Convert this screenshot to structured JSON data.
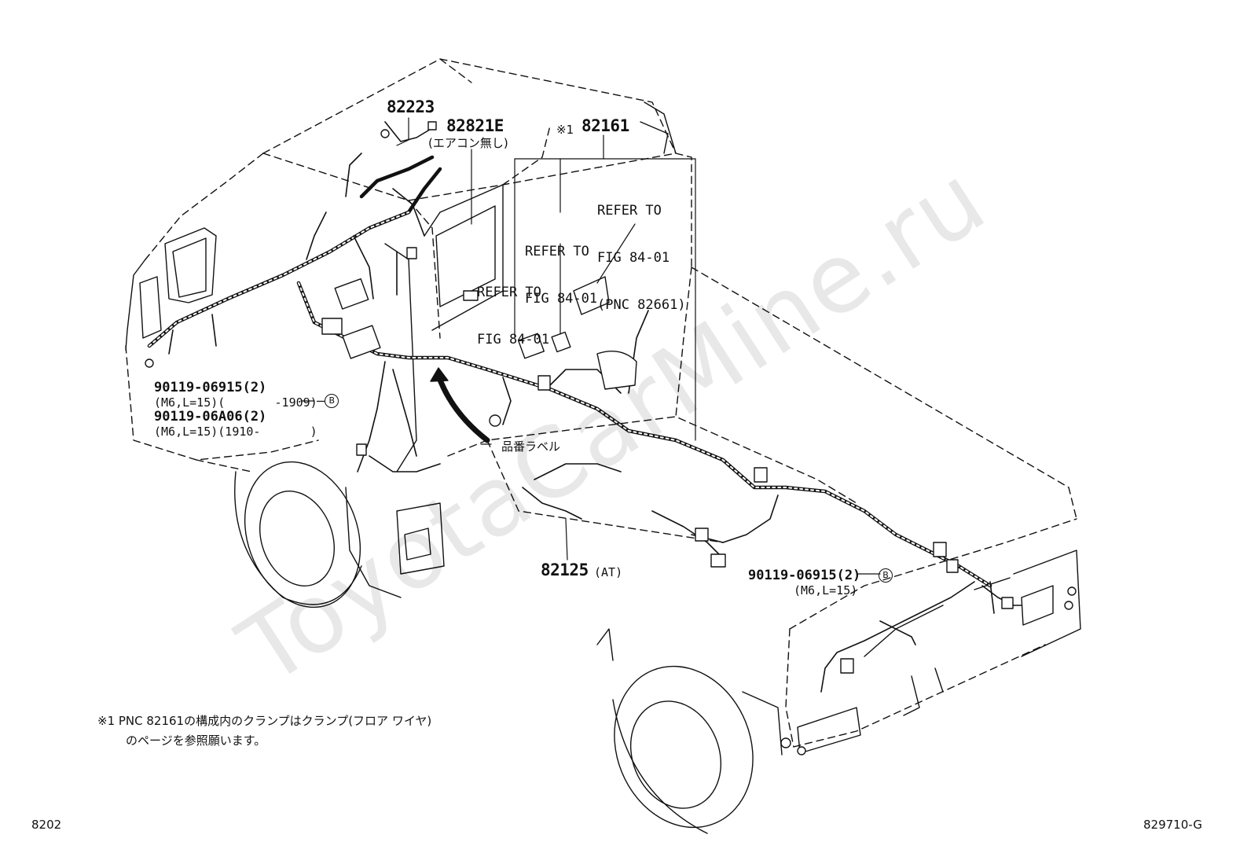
{
  "watermark": "ToyotaCarMine.ru",
  "figure_code": "8202",
  "illustration_code": "829710-G",
  "parts": {
    "p82223": "82223",
    "p82821E": "82821E",
    "p82821E_note": "(エアコン無し)",
    "p82161_mark": "※1",
    "p82161": "82161",
    "p82125": "82125",
    "p82125_note": "(AT)"
  },
  "refer": {
    "r1_line1": "REFER TO",
    "r1_line2": "FIG 84-01",
    "r1_line3": "(PNC 82661)",
    "r2_line1": "REFER TO",
    "r2_line2": "FIG 84-01",
    "r3_line1": "REFER TO",
    "r3_line2": "FIG 84-01"
  },
  "bolts": {
    "left_a": "90119-06915(2)",
    "left_a_spec": "(M6,L=15)(       -1909)",
    "left_b": "90119-06A06(2)",
    "left_b_spec": "(M6,L=15)(1910-       )",
    "ref_mark": "B",
    "right": "90119-06915(2)",
    "right_spec": "(M6,L=15)"
  },
  "label_note": "品番ラベル",
  "footnote": {
    "line1": "※1 PNC 82161の構成内のクランプはクランプ(フロア ワイヤ)",
    "line2": "のページを参照願います。"
  }
}
